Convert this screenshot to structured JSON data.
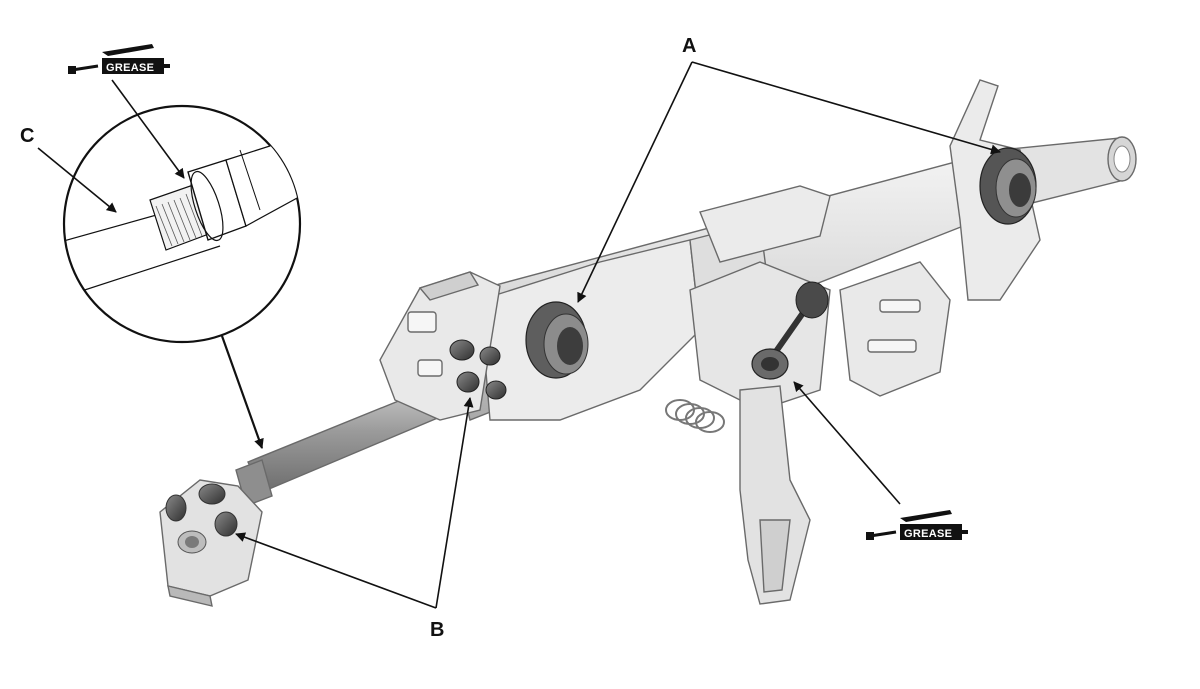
{
  "callouts": {
    "a": "A",
    "b": "B",
    "c": "C"
  },
  "grease_icons": [
    {
      "label": "GREASE"
    },
    {
      "label": "GREASE"
    }
  ],
  "colors": {
    "part_fill": "#e6e6e6",
    "part_shadow": "#bdbdbd",
    "dark_part": "#5a5a5a",
    "line": "#111111"
  }
}
